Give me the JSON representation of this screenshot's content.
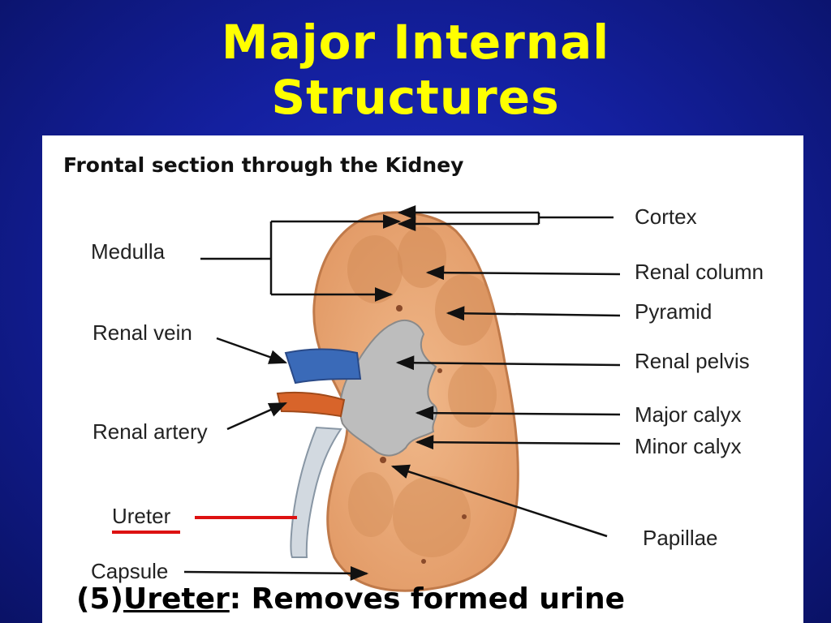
{
  "slide": {
    "title_line1": "Major Internal",
    "title_line2": "Structures"
  },
  "diagram": {
    "heading": "Frontal section through the Kidney",
    "labels": {
      "cortex": "Cortex",
      "medulla": "Medulla",
      "renal_column": "Renal column",
      "pyramid": "Pyramid",
      "renal_vein": "Renal vein",
      "renal_pelvis": "Renal pelvis",
      "major_calyx": "Major calyx",
      "renal_artery": "Renal artery",
      "minor_calyx": "Minor calyx",
      "ureter": "Ureter",
      "papillae": "Papillae",
      "capsule": "Capsule"
    },
    "colors": {
      "tissue": "#e8a878",
      "pyramid": "#d9925e",
      "pelvis": "#b8b8b8",
      "vein": "#3a6ab8",
      "artery": "#d8642a",
      "ureter": "#cfd6de",
      "highlight": "#dd1111"
    }
  },
  "caption": {
    "prefix": "(5)",
    "term": "Ureter",
    "rest": ": Removes formed urine"
  }
}
